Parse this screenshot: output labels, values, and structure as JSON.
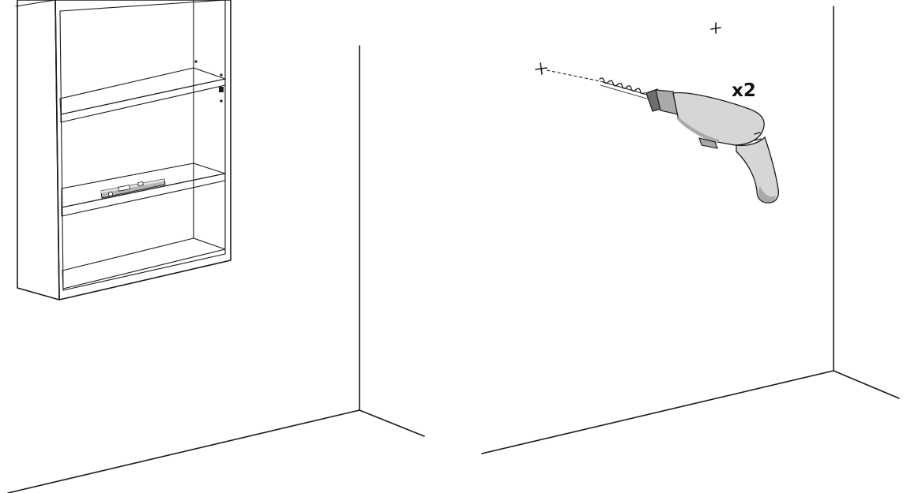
{
  "panels": [
    {
      "id": "left",
      "description_tag": "cabinet-with-level"
    },
    {
      "id": "right",
      "description_tag": "drill-holes"
    }
  ],
  "drill": {
    "quantity_label": "x2"
  },
  "colors": {
    "line": "#1a1a1a",
    "tool_body": "#d6d6d6",
    "tool_shadow": "#a9a9a9",
    "tool_dark": "#6e6e6e",
    "background": "#ffffff"
  }
}
